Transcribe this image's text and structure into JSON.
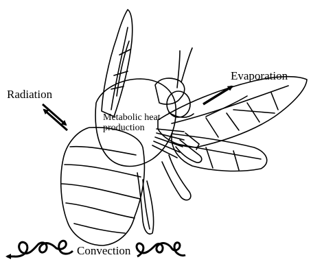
{
  "diagram": {
    "labels": {
      "radiation": "Radiation",
      "evaporation": "Evaporation",
      "metabolic_line1": "Metabolic heat",
      "metabolic_line2": "production",
      "convection": "Convection"
    }
  }
}
